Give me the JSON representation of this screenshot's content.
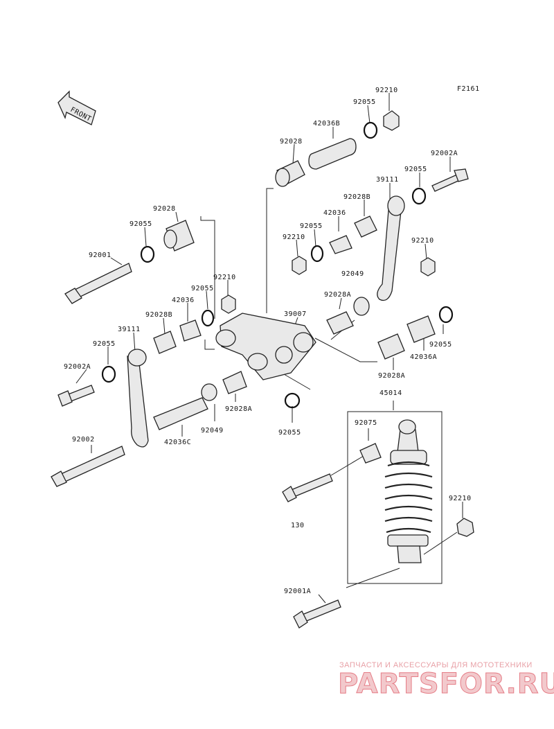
{
  "figure_code": "F2161",
  "front_label": "FRONT",
  "labels": [
    "92210",
    "92055",
    "42036B",
    "92028",
    "92002A",
    "92055",
    "39111",
    "92028B",
    "42036",
    "92055",
    "92210",
    "92049",
    "92210",
    "92028",
    "92055",
    "92001",
    "92210",
    "92055",
    "42036",
    "92028B",
    "39111",
    "92055",
    "92002A",
    "39007",
    "92028A",
    "92055",
    "42036A",
    "92028A",
    "92049",
    "92028A",
    "42036C",
    "92002",
    "92055",
    "45014",
    "92075",
    "130",
    "92210",
    "92001A"
  ],
  "watermark": {
    "tagline": "ЗАПЧАСТИ И АКСЕССУАРЫ ДЛЯ МОТОТЕХНИКИ",
    "brand": "PARTSFOR.RU"
  }
}
